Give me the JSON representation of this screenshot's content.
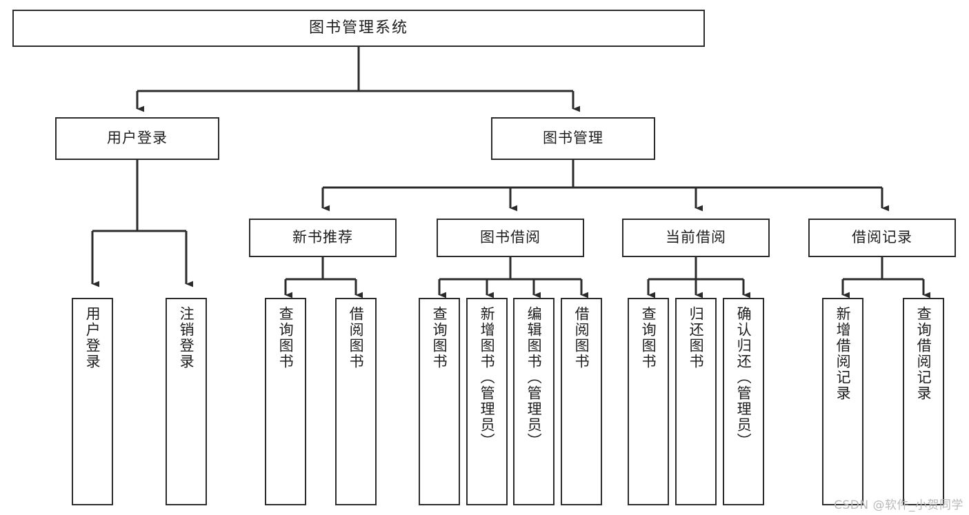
{
  "diagram": {
    "title": "图书管理系统",
    "type": "tree-hierarchy-chart",
    "root": {
      "id": "root",
      "label": "图书管理系统"
    },
    "level2": [
      {
        "id": "user-login",
        "label": "用户登录"
      },
      {
        "id": "book-manage",
        "label": "图书管理"
      }
    ],
    "level3": [
      {
        "id": "new-book-recommend",
        "label": "新书推荐"
      },
      {
        "id": "book-borrow",
        "label": "图书借阅"
      },
      {
        "id": "current-borrow",
        "label": "当前借阅"
      },
      {
        "id": "borrow-record",
        "label": "借阅记录"
      }
    ],
    "leaves": {
      "user_login": [
        {
          "id": "leaf-user-login",
          "label": "用户登录"
        },
        {
          "id": "leaf-logout-login",
          "label": "注销登录"
        }
      ],
      "new_book_recommend": [
        {
          "id": "leaf-query-book-1",
          "label": "查询图书"
        },
        {
          "id": "leaf-borrow-book-1",
          "label": "借阅图书"
        }
      ],
      "book_borrow": [
        {
          "id": "leaf-query-book-2",
          "label": "查询图书"
        },
        {
          "id": "leaf-add-book",
          "label": "新增图书（管理员）"
        },
        {
          "id": "leaf-edit-book",
          "label": "编辑图书（管理员）"
        },
        {
          "id": "leaf-borrow-book-2",
          "label": "借阅图书"
        }
      ],
      "current_borrow": [
        {
          "id": "leaf-query-book-3",
          "label": "查询图书"
        },
        {
          "id": "leaf-return-book",
          "label": "归还图书"
        },
        {
          "id": "leaf-confirm-return",
          "label": "确认归还（管理员）"
        }
      ],
      "borrow_record": [
        {
          "id": "leaf-add-record",
          "label": "新增借阅记录"
        },
        {
          "id": "leaf-query-record",
          "label": "查询借阅记录"
        }
      ]
    },
    "colors": {
      "stroke": "#2b2b2b",
      "background": "#ffffff",
      "text": "#1d1d1d",
      "watermark": "#b9b9b9"
    }
  },
  "watermark": {
    "text": "CSDN @软件_小贺同学"
  }
}
